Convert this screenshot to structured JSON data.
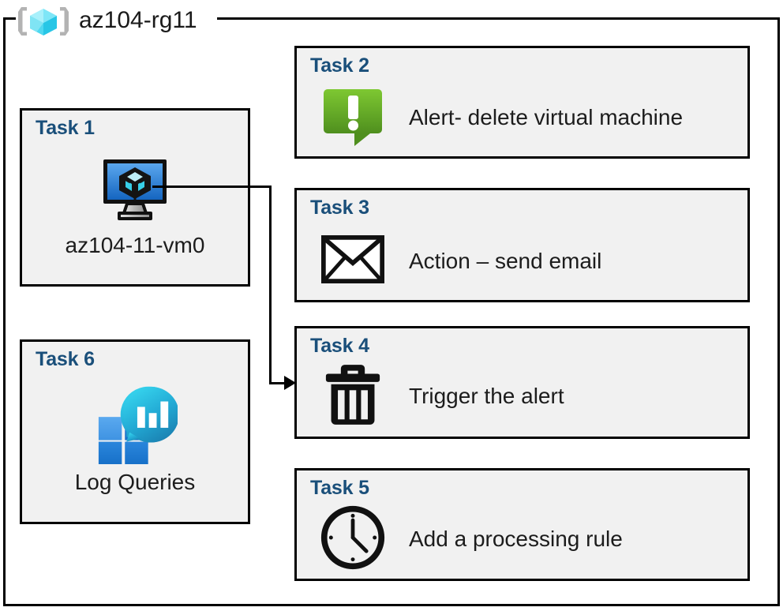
{
  "resource_group": {
    "icon": "azure-resource-group-icon",
    "name": "az104-rg11"
  },
  "tasks": [
    {
      "id": "task-1",
      "label": "Task 1",
      "icon": "virtual-machine-icon",
      "text": "az104-11-vm0",
      "layout": "vertical"
    },
    {
      "id": "task-2",
      "label": "Task 2",
      "icon": "alert-bubble-icon",
      "text": "Alert- delete virtual machine",
      "layout": "horizontal"
    },
    {
      "id": "task-3",
      "label": "Task 3",
      "icon": "envelope-icon",
      "text": "Action – send email",
      "layout": "horizontal"
    },
    {
      "id": "task-4",
      "label": "Task 4",
      "icon": "trash-can-icon",
      "text": "Trigger the alert",
      "layout": "horizontal"
    },
    {
      "id": "task-5",
      "label": "Task 5",
      "icon": "clock-icon",
      "text": "Add a processing rule",
      "layout": "horizontal"
    },
    {
      "id": "task-6",
      "label": "Task 6",
      "icon": "log-analytics-icon",
      "text": "Log Queries",
      "layout": "vertical"
    }
  ],
  "connector": {
    "from": "task-1-vm-icon",
    "to": "task-4",
    "style": "orthogonal-arrow"
  },
  "colors": {
    "task_label": "#1a4f7a",
    "box_fill": "#f1f1f1",
    "box_border": "#000000",
    "alert_green_top": "#7ec832",
    "alert_green_bottom": "#4f8f1e",
    "vm_blue_top": "#4a9ae8",
    "vm_blue_bottom": "#1565c0",
    "log_cyan": "#32d3ed",
    "log_teal": "#1b88b8",
    "log_square_light": "#4fa0ea",
    "log_square_dark": "#1f7ad4",
    "rg_cube_light": "#9beef9",
    "rg_cube_mid": "#55dcf2",
    "rg_bracket": "#b3b3b3"
  }
}
